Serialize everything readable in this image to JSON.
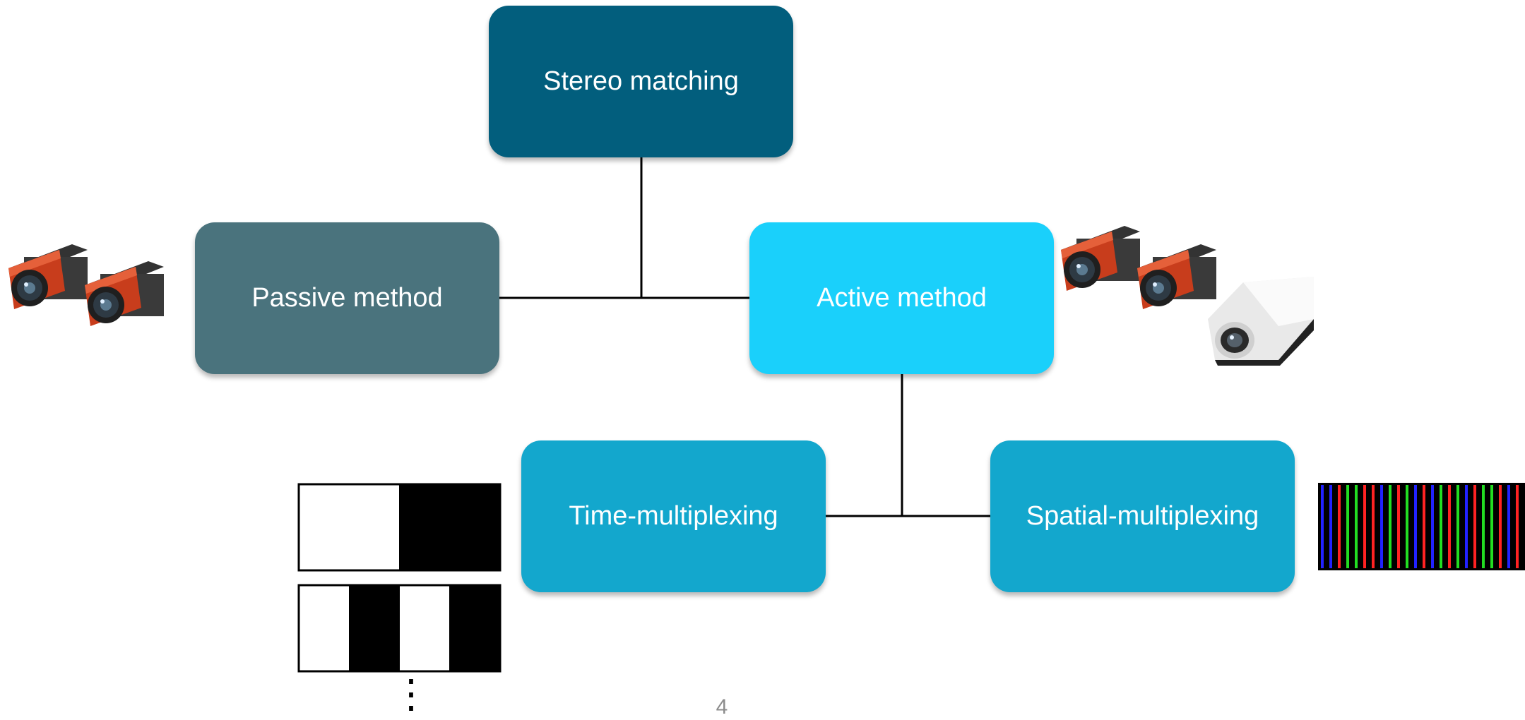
{
  "diagram": {
    "nodes": {
      "stereo": {
        "label": "Stereo matching",
        "color": "#025e7d"
      },
      "passive": {
        "label": "Passive method",
        "color": "#4a737d"
      },
      "active": {
        "label": "Active method",
        "color": "#1ad0fb"
      },
      "time": {
        "label": "Time-multiplexing",
        "color": "#13a7cd"
      },
      "spatial": {
        "label": "Spatial-multiplexing",
        "color": "#13a7cd"
      }
    },
    "edges": [
      {
        "from": "stereo",
        "to": [
          "passive",
          "active"
        ]
      },
      {
        "from": "active",
        "to": [
          "time",
          "spatial"
        ]
      }
    ],
    "illustrations": {
      "passive": {
        "icon": "stereo-camera-pair-icon",
        "cameras": 2
      },
      "active": {
        "icon": "camera-pair-with-projector-icon",
        "cameras": 2,
        "projectors": 1
      },
      "time": {
        "icon": "binary-stripe-patterns-icon",
        "patterns": [
          "half-black",
          "quarter-stripes"
        ]
      },
      "spatial": {
        "icon": "color-stripe-pattern-icon",
        "colors": [
          "#2222ff",
          "#ff2222",
          "#22dd22"
        ]
      }
    }
  },
  "slide": {
    "page_number": "4",
    "ellipsis": "⋮"
  }
}
